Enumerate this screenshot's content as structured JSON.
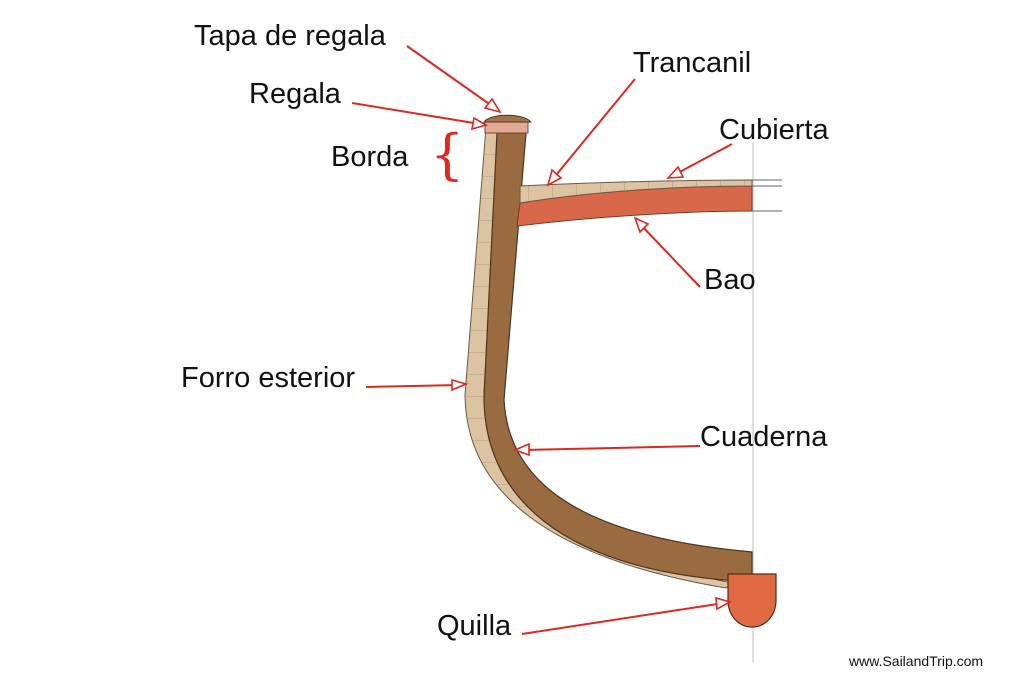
{
  "labels": {
    "tapa_de_regala": "Tapa de regala",
    "regala": "Regala",
    "borda": "Borda",
    "trancanil": "Trancanil",
    "cubierta": "Cubierta",
    "bao": "Bao",
    "forro_esterior": "Forro esterior",
    "cuaderna": "Cuaderna",
    "quilla": "Quilla"
  },
  "brace_symbol": "{",
  "credit": "www.SailandTrip.com",
  "colors": {
    "arrow": "#e0271d",
    "frame": "#9a6a40",
    "planking": "#dcc3a2",
    "deck": "#dcc3a2",
    "beam": "#d9684a",
    "keel": "#e06a43",
    "gunwale_cap": "#a0714d",
    "gunwale": "#e2a994",
    "centerline": "#c8c8c8"
  }
}
